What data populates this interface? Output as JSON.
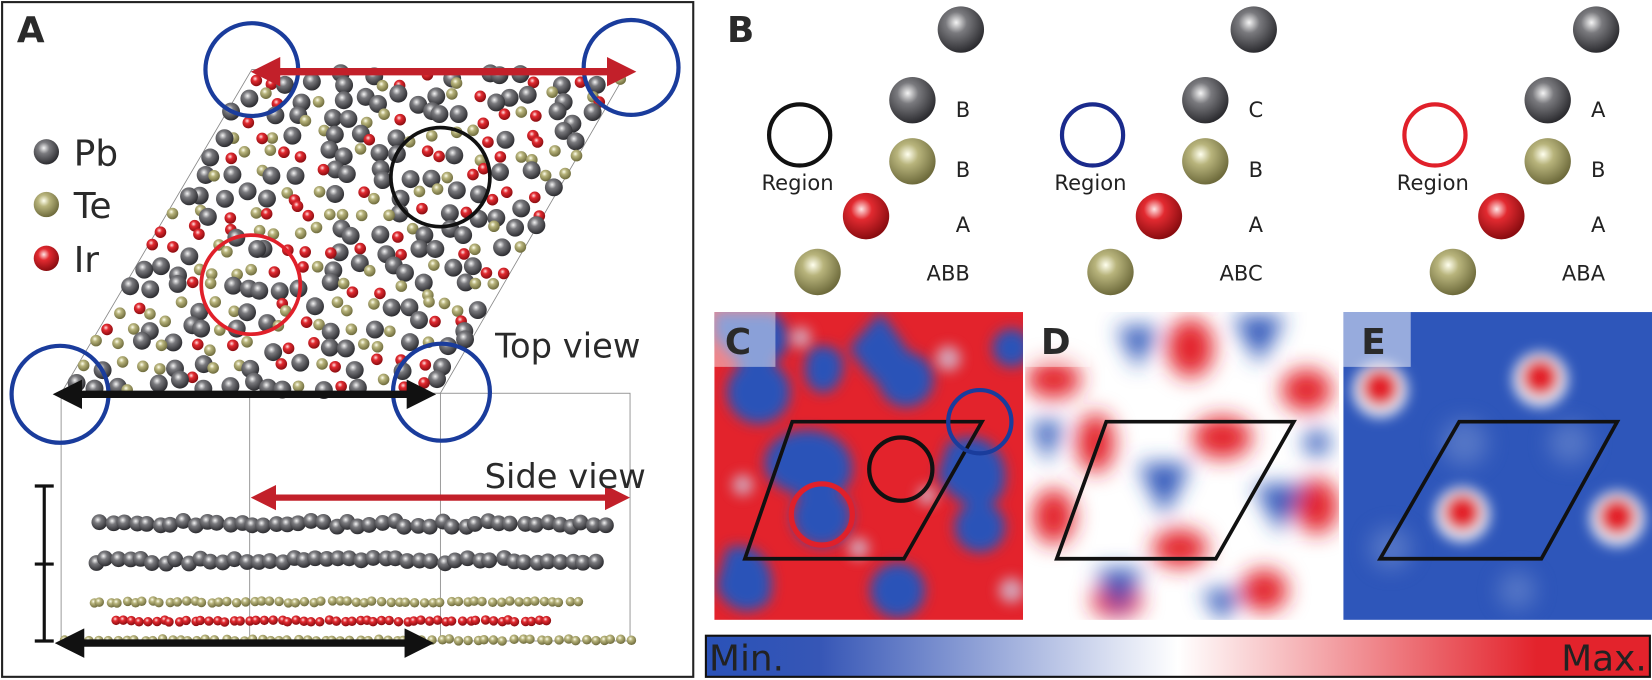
{
  "panels": {
    "a": "A",
    "b": "B",
    "c": "C",
    "d": "D",
    "e": "E"
  },
  "legend": {
    "items": [
      {
        "symbol": "Pb",
        "color": "#5a5a5e"
      },
      {
        "symbol": "Te",
        "color": "#b0ac70"
      },
      {
        "symbol": "Ir",
        "color": "#e0202a"
      }
    ]
  },
  "views": {
    "top": "Top view",
    "side": "Side view"
  },
  "stacking": [
    {
      "layers": [
        "B",
        "B",
        "A"
      ],
      "name": "ABB",
      "region_label": "Region",
      "region_color": "#111111"
    },
    {
      "layers": [
        "C",
        "B",
        "A"
      ],
      "name": "ABC",
      "region_label": "Region",
      "region_color": "#1a2a8c"
    },
    {
      "layers": [
        "A",
        "B",
        "A"
      ],
      "name": "ABA",
      "region_label": "Region",
      "region_color": "#e0202a"
    }
  ],
  "colorbar": {
    "min_label": "Min.",
    "max_label": "Max.",
    "min_color": "#2a52b8",
    "mid_color": "#ffffff",
    "max_color": "#e3232c"
  }
}
